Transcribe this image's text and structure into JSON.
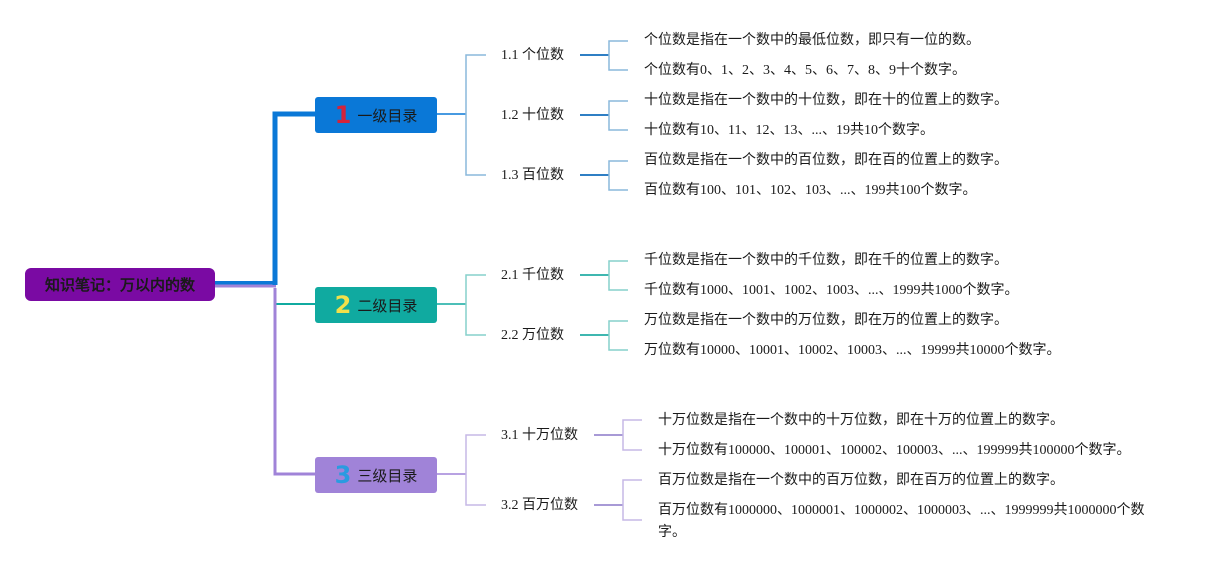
{
  "root": {
    "label": "知识笔记：万以内的数",
    "color": "#7a0aa3"
  },
  "branches": [
    {
      "number": "1",
      "label": "一级目录",
      "color": "#0a78d7",
      "number_color": "#d4233a",
      "line_color": "#0a78d7",
      "sub_line_color": "#8ab8dc",
      "children": [
        {
          "label": "1.1 个位数",
          "leaves": [
            "个位数是指在一个数中的最低位数，即只有一位的数。",
            "个位数有0、1、2、3、4、5、6、7、8、9十个数字。"
          ]
        },
        {
          "label": "1.2 十位数",
          "leaves": [
            "十位数是指在一个数中的十位数，即在十的位置上的数字。",
            "十位数有10、11、12、13、...、19共10个数字。"
          ]
        },
        {
          "label": "1.3 百位数",
          "leaves": [
            "百位数是指在一个数中的百位数，即在百的位置上的数字。",
            "百位数有100、101、102、103、...、199共100个数字。"
          ]
        }
      ]
    },
    {
      "number": "2",
      "label": "二级目录",
      "color": "#10aaa0",
      "number_color": "#f2e04a",
      "line_color": "#10aaa0",
      "sub_line_color": "#86d0cc",
      "children": [
        {
          "label": "2.1 千位数",
          "leaves": [
            "千位数是指在一个数中的千位数，即在千的位置上的数字。",
            "千位数有1000、1001、1002、1003、...、1999共1000个数字。"
          ]
        },
        {
          "label": "2.2 万位数",
          "leaves": [
            "万位数是指在一个数中的万位数，即在万的位置上的数字。",
            "万位数有10000、10001、10002、10003、...、19999共10000个数字。"
          ]
        }
      ]
    },
    {
      "number": "3",
      "label": "三级目录",
      "color": "#a083d8",
      "number_color": "#2a9be0",
      "line_color": "#a083d8",
      "sub_line_color": "#c6b8e6",
      "children": [
        {
          "label": "3.1 十万位数",
          "leaves": [
            "十万位数是指在一个数中的十万位数，即在十万的位置上的数字。",
            "十万位数有100000、100001、100002、100003、...、199999共100000个数字。"
          ]
        },
        {
          "label": "3.2 百万位数",
          "leaves": [
            "百万位数是指在一个数中的百万位数，即在百万的位置上的数字。",
            "百万位数有1000000、1000001、1000002、1000003、...、1999999共1000000个数字。"
          ]
        }
      ]
    }
  ]
}
